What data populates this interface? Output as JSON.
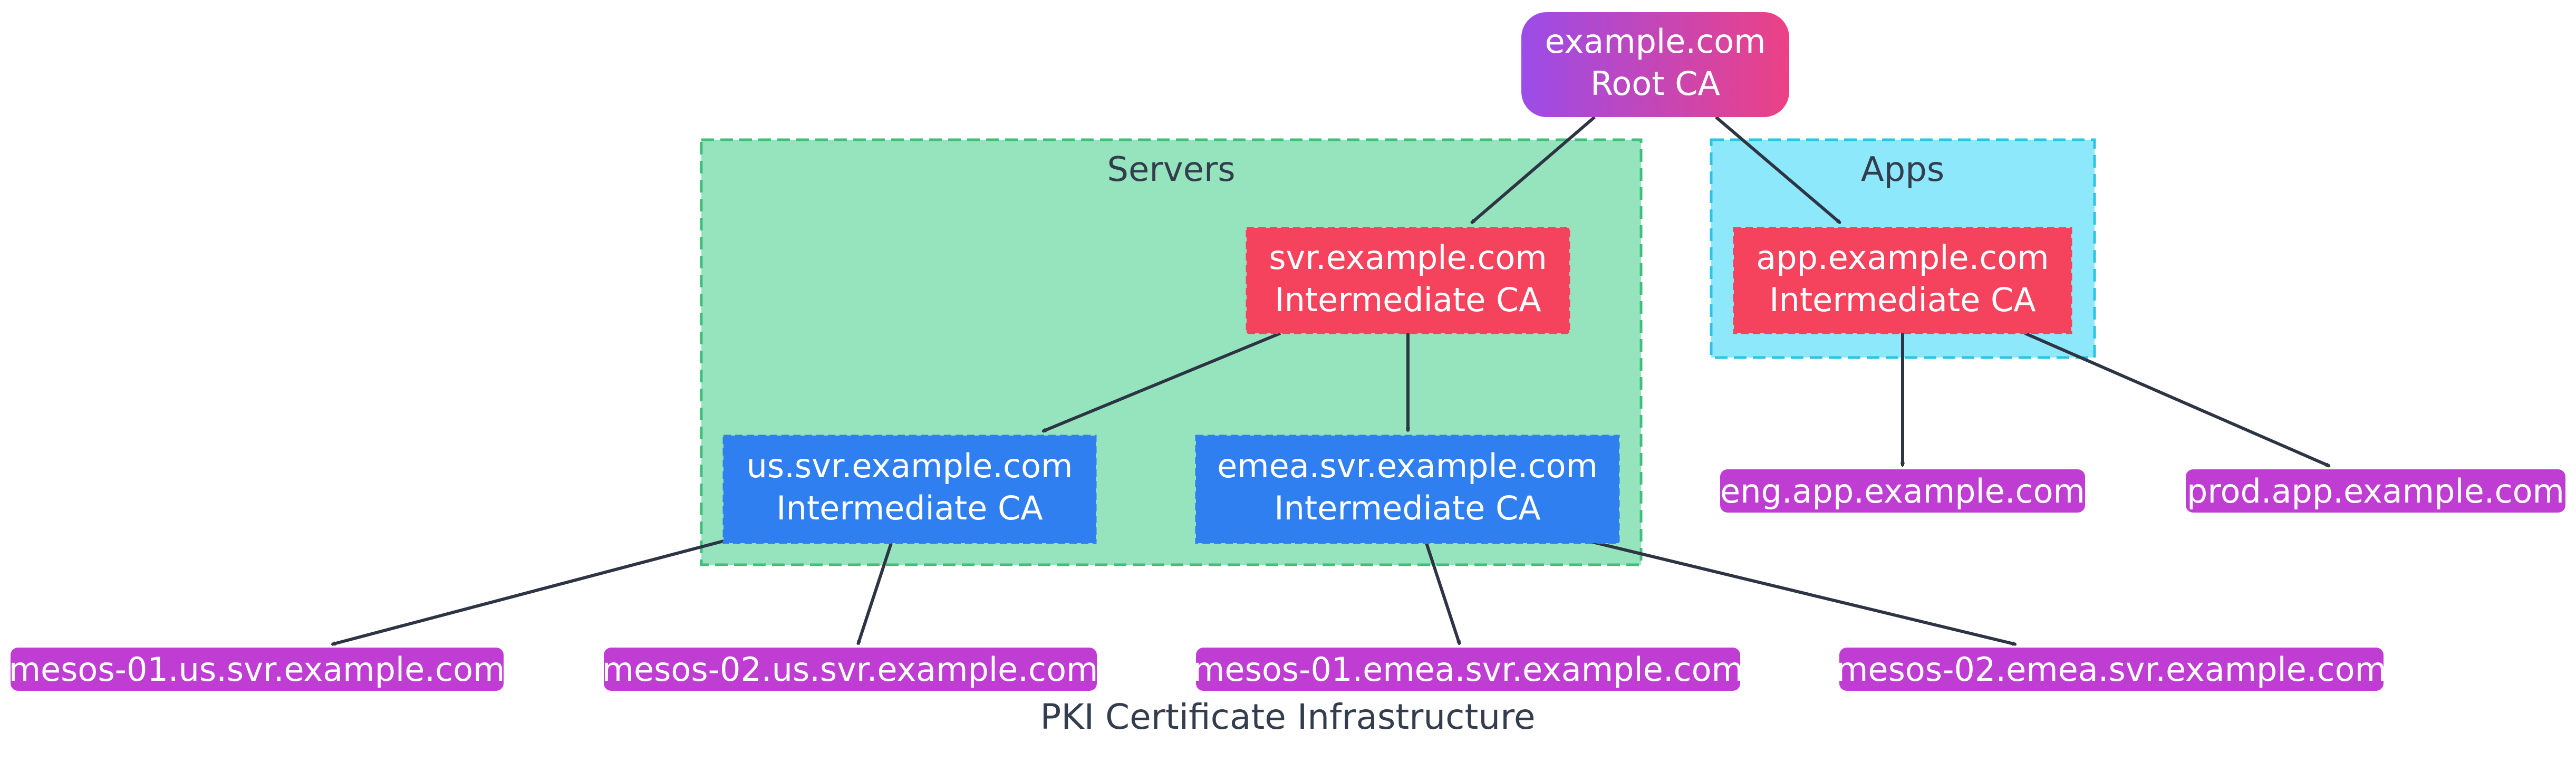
{
  "colors": {
    "root_start": "#9b4ce8",
    "root_end": "#ec4185",
    "intermediate_red": "#f5435e",
    "intermediate_blue": "#2f7ff0",
    "leaf": "#bf3dd3",
    "servers_fill": "#96e4bd",
    "servers_border": "#3fbf7a",
    "apps_fill": "#8ee8fc",
    "apps_border": "#2cc4e6",
    "edge": "#2d3544",
    "label_text": "#333d4d"
  },
  "groups": {
    "servers": {
      "label": "Servers"
    },
    "apps": {
      "label": "Apps"
    }
  },
  "nodes": {
    "root": {
      "line1": "example.com",
      "line2": "Root CA"
    },
    "svr": {
      "line1": "svr.example.com",
      "line2": "Intermediate CA"
    },
    "app": {
      "line1": "app.example.com",
      "line2": "Intermediate CA"
    },
    "us_svr": {
      "line1": "us.svr.example.com",
      "line2": "Intermediate CA"
    },
    "emea_svr": {
      "line1": "emea.svr.example.com",
      "line2": "Intermediate CA"
    }
  },
  "leaves": {
    "eng_app": "eng.app.example.com",
    "prod_app": "prod.app.example.com",
    "mesos01_us": "mesos-01.us.svr.example.com",
    "mesos02_us": "mesos-02.us.svr.example.com",
    "mesos01_emea": "mesos-01.emea.svr.example.com",
    "mesos02_emea": "mesos-02.emea.svr.example.com"
  },
  "caption": "PKI Certificate Infrastructure"
}
